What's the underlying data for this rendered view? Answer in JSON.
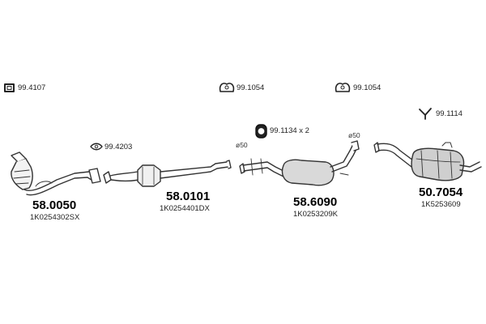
{
  "fittings": {
    "clamp_a": "99.4107",
    "hanger_a": "99.1054",
    "hanger_b": "99.1054",
    "bracket": "99.1114",
    "ring": "99.4203",
    "mount": "99.1134 x 2"
  },
  "parts": [
    {
      "code": "58.0050",
      "ref": "1K0254302SX"
    },
    {
      "code": "58.0101",
      "ref": "1K0254401DX"
    },
    {
      "code": "58.6090",
      "ref": "1K0253209K"
    },
    {
      "code": "50.7054",
      "ref": "1K5253609"
    }
  ],
  "diameters": {
    "left": "ø50",
    "right": "ø50"
  }
}
